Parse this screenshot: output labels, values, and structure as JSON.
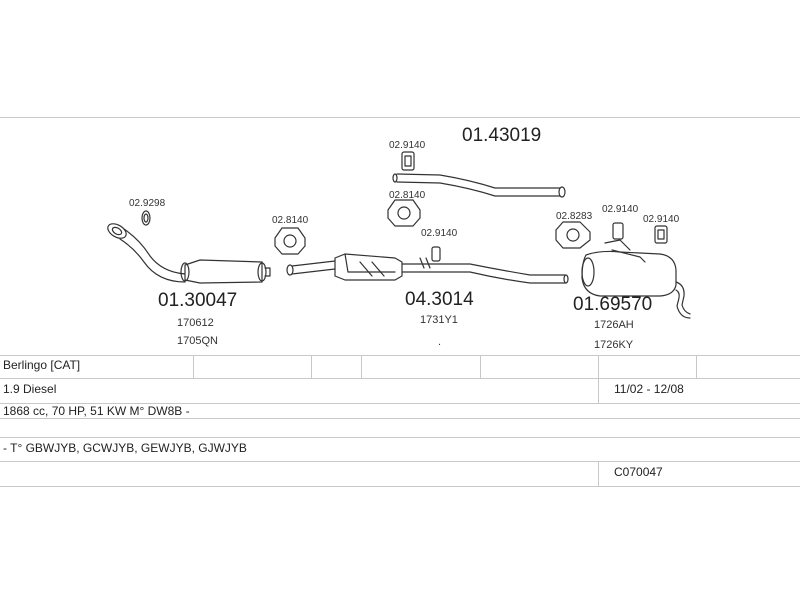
{
  "diagram": {
    "assembly_number": "01.43019",
    "parts": [
      {
        "number": "01.30047",
        "refs": [
          "170612",
          "1705QN"
        ]
      },
      {
        "number": "04.3014",
        "refs": [
          "1731Y1"
        ]
      },
      {
        "number": "01.69570",
        "refs": [
          "1726AH",
          "1726KY"
        ]
      }
    ],
    "fittings": {
      "f_9298": "02.9298",
      "f_8140_left": "02.8140",
      "f_9140_top": "02.9140",
      "f_8140_mid": "02.8140",
      "f_9140_mid": "02.9140",
      "f_8283": "02.8283",
      "f_9140_right_a": "02.9140",
      "f_9140_right_b": "02.9140"
    },
    "dot": "."
  },
  "vehicle": {
    "model": "Berlingo  [CAT]",
    "engine": "1.9 Diesel",
    "years": "11/02 - 12/08",
    "specs": "1868 cc, 70 HP, 51 KW M° DW8B -",
    "types": "- T° GBWJYB, GCWJYB, GEWJYB, GJWJYB",
    "code": "C070047"
  }
}
